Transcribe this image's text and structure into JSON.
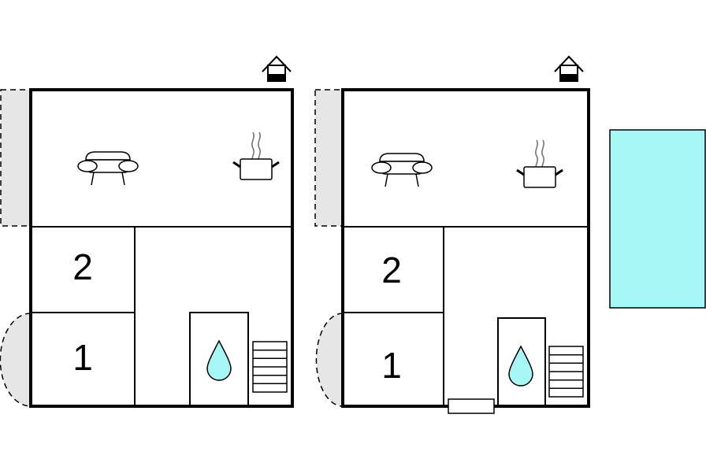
{
  "floors": [
    {
      "bedrooms": [
        {
          "label": "2"
        },
        {
          "label": "1"
        }
      ]
    },
    {
      "bedrooms": [
        {
          "label": "2"
        },
        {
          "label": "1"
        }
      ]
    }
  ],
  "icons": [
    "house-entrance-icon",
    "sofa-icon",
    "cooking-pot-icon",
    "water-drop-icon",
    "stairs-icon",
    "door-icon"
  ],
  "colors": {
    "pool": "#a7f6f6",
    "terrace": "#e6e6e6",
    "water_drop": "#a7f6f6"
  }
}
